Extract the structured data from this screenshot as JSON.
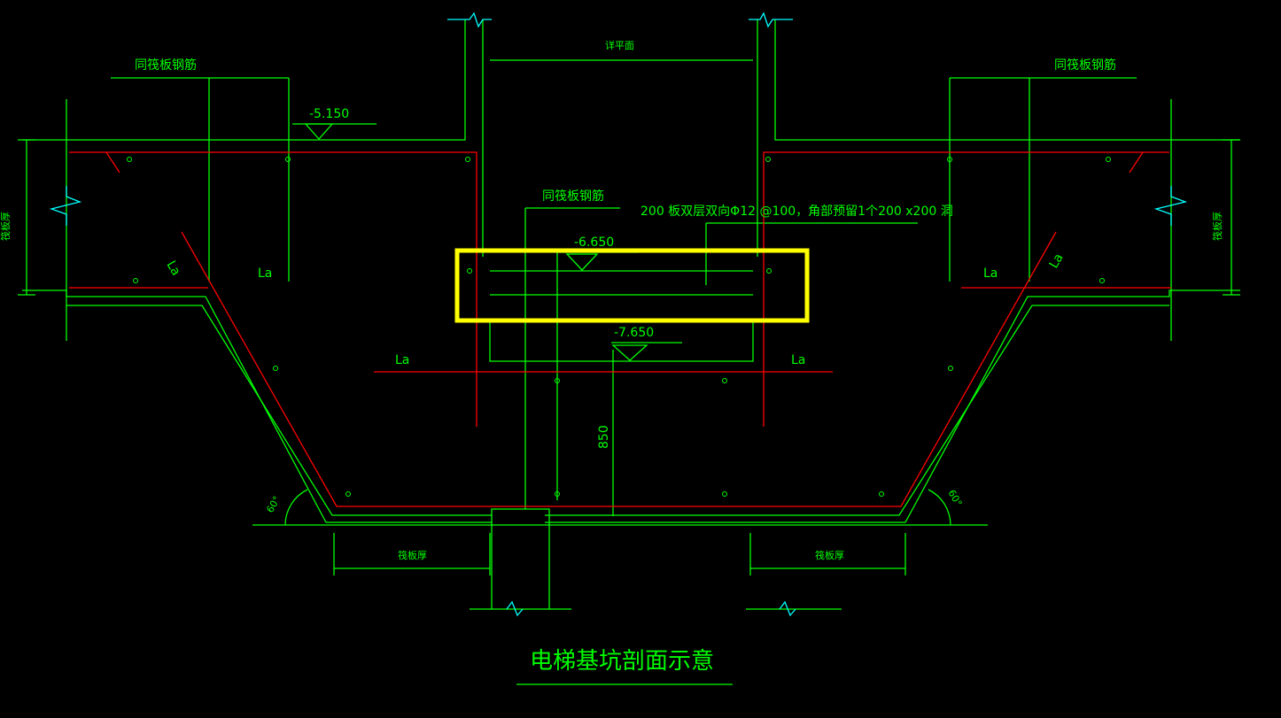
{
  "drawing": {
    "title": "电梯基坑剖面示意",
    "labels": {
      "same_raft_rebar": "同筏板钢筋",
      "detail_plan": "详平面",
      "raft_thickness": "筏板厚",
      "lap_length": "La",
      "note": "200 板双层双向Φ12 @100，角部预留1个200 x200 洞"
    },
    "elevations": {
      "raft_top": "-5.150",
      "pit_slab_top": "-6.650",
      "pit_bottom": "-7.650"
    },
    "dimensions": {
      "depth": "850"
    },
    "angles": {
      "left": "60°",
      "right": "60°"
    },
    "colors": {
      "background": "#000000",
      "outline": "#00ff00",
      "rebar": "#ff0000",
      "break_line": "#00ffff",
      "highlight": "#ffff00"
    }
  }
}
